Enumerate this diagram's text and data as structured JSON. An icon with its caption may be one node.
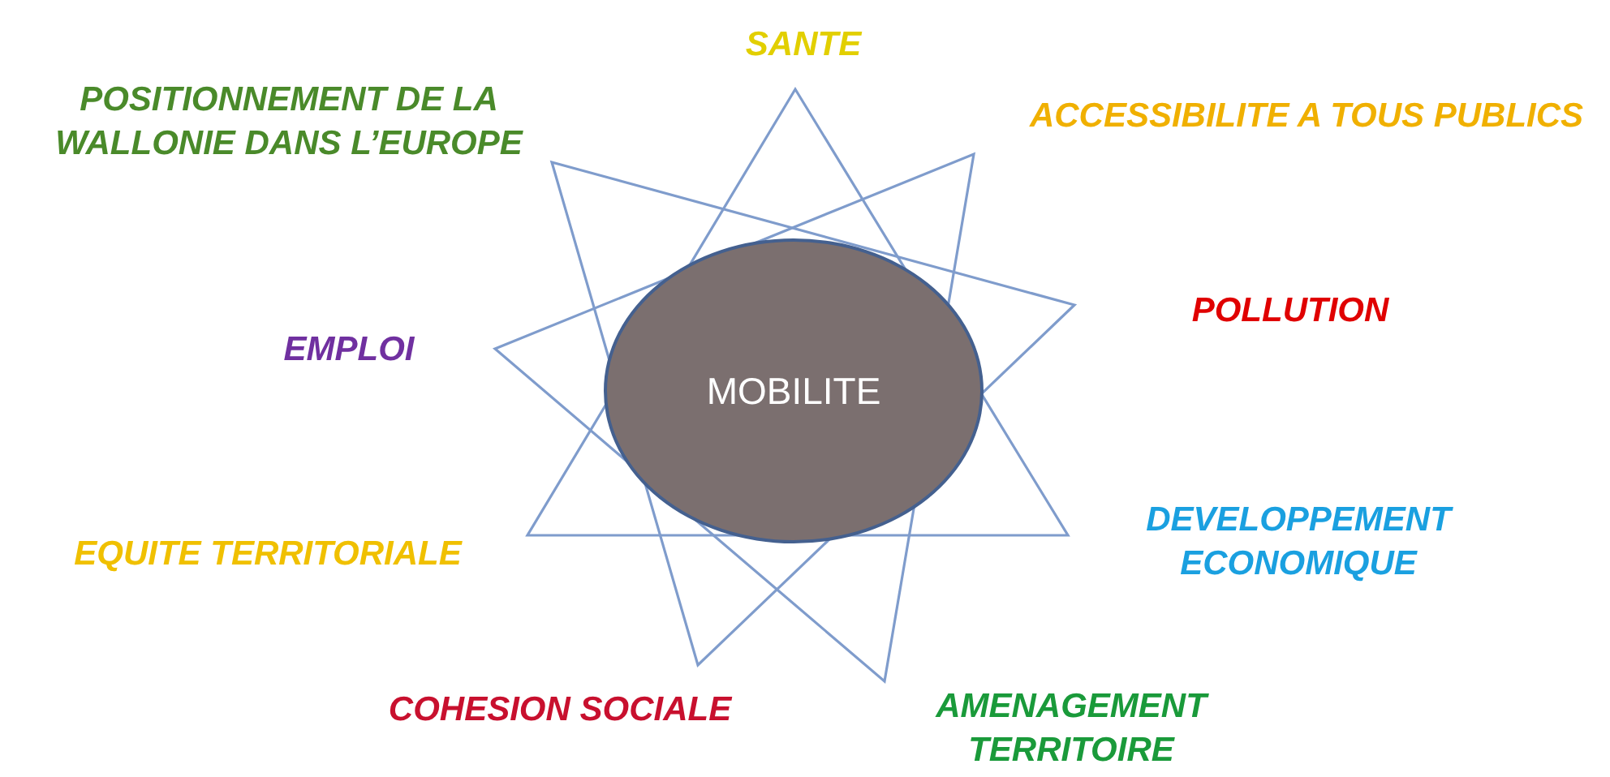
{
  "diagram": {
    "nodes": [
      {
        "text": [
          "MOBILITE"
        ]
      }
    ],
    "labels": [
      "SANTE",
      "POSITIONNEMENT DE LA WALLONIE DANS L’EUROPE",
      "ACCESSIBILITE A TOUS PUBLICS",
      "POLLUTION",
      "EMPLOI",
      "DEVELOPPEMENT ECONOMIQUE",
      "EQUITE TERRITORIALE",
      "COHESION SOCIALE",
      "AMENAGEMENT TERRITOIRE"
    ]
  }
}
